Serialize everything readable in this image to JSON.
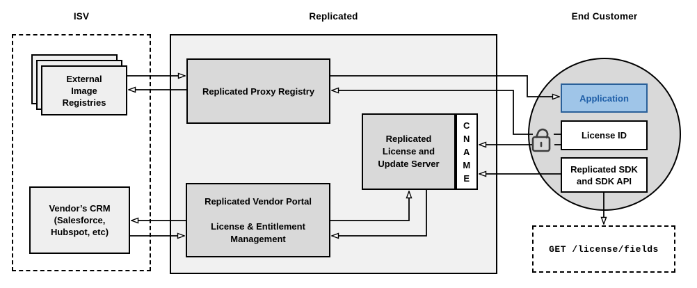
{
  "sections": {
    "isv": {
      "label": "ISV"
    },
    "replicated": {
      "label": "Replicated"
    },
    "end_customer": {
      "label": "End Customer"
    }
  },
  "nodes": {
    "external_image_registries": {
      "label": "External\nImage\nRegistries"
    },
    "vendor_crm": {
      "label": "Vendor’s CRM\n(Salesforce,\nHubspot, etc)"
    },
    "replicated_proxy_registry": {
      "label": "Replicated Proxy Registry"
    },
    "replicated_license_update_server": {
      "label": "Replicated\nLicense and\nUpdate Server"
    },
    "cname": {
      "label": "C\nN\nA\nM\nE"
    },
    "replicated_vendor_portal": {
      "label": "Replicated Vendor Portal\n\nLicense & Entitlement\nManagement"
    },
    "application": {
      "label": "Application"
    },
    "license_id": {
      "label": "License ID"
    },
    "replicated_sdk": {
      "label": "Replicated SDK\nand SDK API"
    },
    "get_license_fields": {
      "label": "GET /license/fields"
    }
  },
  "icons": {
    "lock": "open-padlock-icon"
  },
  "colors": {
    "container_fill": "#f1f1f1",
    "node_fill": "#d9d9d9",
    "light_node_fill": "#efefef",
    "circle_fill": "#d9d9d9",
    "application_fill": "#9fc5e8",
    "application_border": "#2a6099",
    "application_text": "#1f5fa8",
    "line_color": "#000000"
  }
}
